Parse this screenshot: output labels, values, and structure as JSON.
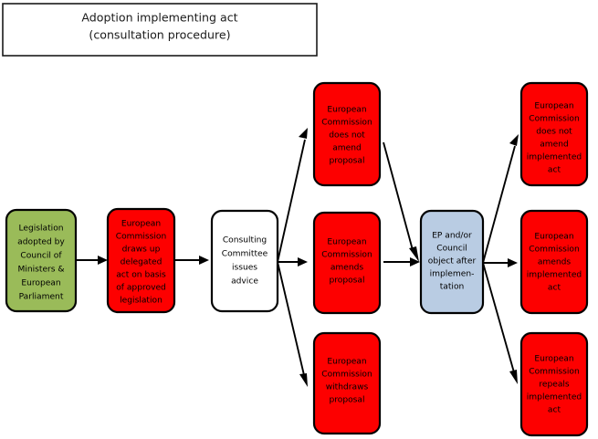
{
  "diagram": {
    "title": {
      "line1": "Adoption implementing act",
      "line2": "(consultation procedure)"
    },
    "colors": {
      "green": "#9ABB59",
      "red": "#FD0000",
      "blue": "#B9CCE3",
      "white": "#FFFFFF",
      "outline": "#000000",
      "background": "#FFFFFF"
    },
    "nodes": [
      {
        "id": "legislation-adopted",
        "color": "#9ABB59",
        "lines": [
          "Legislation",
          "adopted by",
          "Council of",
          "Ministers &",
          "European",
          "Parliament"
        ]
      },
      {
        "id": "commission-draws-up",
        "color": "#FD0000",
        "lines": [
          "European",
          "Commission",
          "draws up",
          "delegated",
          "act on basis",
          "of approved",
          "legislation"
        ]
      },
      {
        "id": "consulting-committee",
        "color": "#FFFFFF",
        "lines": [
          "Consulting",
          "Committee",
          "issues",
          "advice"
        ]
      },
      {
        "id": "does-not-amend-proposal",
        "color": "#FD0000",
        "lines": [
          "European",
          "Commission",
          "does not",
          "amend",
          "proposal"
        ]
      },
      {
        "id": "amends-proposal",
        "color": "#FD0000",
        "lines": [
          "European",
          "Commission",
          "amends",
          "proposal"
        ]
      },
      {
        "id": "withdraws-proposal",
        "color": "#FD0000",
        "lines": [
          "European",
          "Commission",
          "withdraws",
          "proposal"
        ]
      },
      {
        "id": "ep-council-object",
        "color": "#B9CCE3",
        "lines": [
          "EP and/or",
          "Council",
          "object after",
          "implemen-",
          "tation"
        ]
      },
      {
        "id": "does-not-amend-implemented-act",
        "color": "#FD0000",
        "lines": [
          "European",
          "Commission",
          "does not",
          "amend",
          "implemented",
          "act"
        ]
      },
      {
        "id": "amends-implemented-act",
        "color": "#FD0000",
        "lines": [
          "European",
          "Commission",
          "amends",
          "implemented",
          "act"
        ]
      },
      {
        "id": "repeals-implemented-act",
        "color": "#FD0000",
        "lines": [
          "European",
          "Commission",
          "repeals",
          "implemented",
          "act"
        ]
      }
    ],
    "edges": [
      {
        "id": "legislation-to-draws-up",
        "from": "legislation-adopted",
        "to": "commission-draws-up"
      },
      {
        "id": "draws-up-to-committee",
        "from": "commission-draws-up",
        "to": "consulting-committee"
      },
      {
        "id": "committee-to-does-not-amend",
        "from": "consulting-committee",
        "to": "does-not-amend-proposal"
      },
      {
        "id": "committee-to-amends",
        "from": "consulting-committee",
        "to": "amends-proposal"
      },
      {
        "id": "committee-to-withdraws",
        "from": "consulting-committee",
        "to": "withdraws-proposal"
      },
      {
        "id": "does-not-amend-to-object",
        "from": "does-not-amend-proposal",
        "to": "ep-council-object"
      },
      {
        "id": "amends-to-object",
        "from": "amends-proposal",
        "to": "ep-council-object"
      },
      {
        "id": "object-to-does-not-amend-act",
        "from": "ep-council-object",
        "to": "does-not-amend-implemented-act"
      },
      {
        "id": "object-to-amends-act",
        "from": "ep-council-object",
        "to": "amends-implemented-act"
      },
      {
        "id": "object-to-repeals-act",
        "from": "ep-council-object",
        "to": "repeals-implemented-act"
      }
    ]
  }
}
